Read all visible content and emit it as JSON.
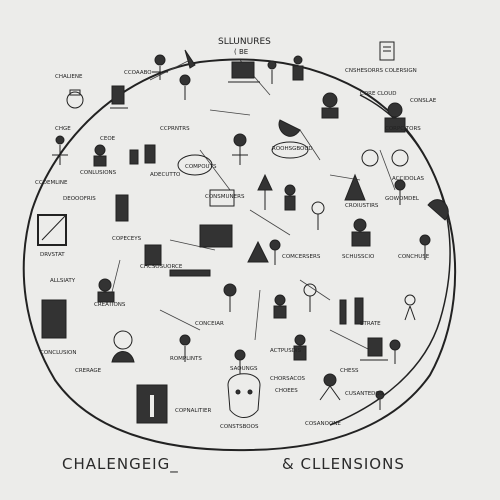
{
  "captions": {
    "left": "CHALENGEIG_",
    "right": "& CLLENSIONS"
  },
  "header_label": "SLLUNURES",
  "colors": {
    "background": "#ececea",
    "ink": "#222222",
    "icon_fill": "#3a3a3a"
  },
  "labels": [
    "CHALIENE",
    "CCOAABO",
    "CNSHESORRS COLERSIGN",
    "CONSLAE",
    "CEOE",
    "CHGE",
    "CCPRNTRS",
    "ROOHSGBOUD",
    "CORPCITORS",
    "CORE CLOUD",
    "CONLUSIONS",
    "CCOEMLINE",
    "DEOOOFRIS",
    "COMPOUTS",
    "CONSMUNERS",
    "ADECUTTO",
    "ACCIDOLAS",
    "GOWOMDEL",
    "CROIUSTIRS",
    "COPECEYS",
    "ALLSIATY",
    "DRVSTAT",
    "SCHUSSCIO",
    "CONCHUSE",
    "COMCERSERS",
    "CHCSOSUORCE",
    "CREATIONS",
    "CONCEIAR",
    "ACTPUSDIS",
    "CONCLUSION",
    "CRERAGE",
    "ROMPLINTS",
    "SAOUNGS",
    "STRATE",
    "CHORSACOS",
    "CHOEES",
    "CHESS",
    "COPNALITIER",
    "CONSTSBOOS",
    "COSANOONE",
    "CUSANTEDOS"
  ]
}
